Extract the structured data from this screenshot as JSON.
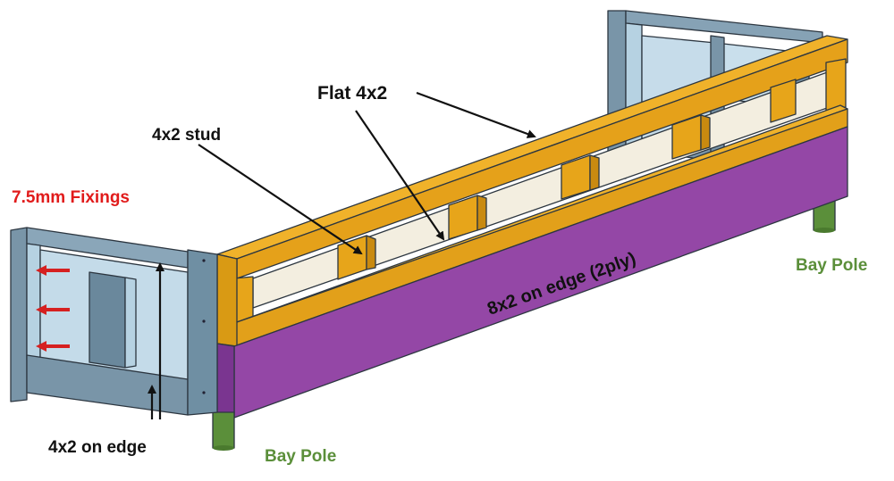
{
  "labels": {
    "fixings": "7.5mm Fixings",
    "stud": "4x2 stud",
    "flat": "Flat 4x2",
    "beam": "8x2 on edge (2ply)",
    "edge_joist": "4x2 on edge",
    "bay_pole_front": "Bay Pole",
    "bay_pole_right": "Bay Pole"
  },
  "colors": {
    "timber_yellow": "#e7a51a",
    "timber_yellow_dark": "#c98a10",
    "beam_purple": "#9447a6",
    "beam_purple_dark": "#7a3590",
    "frame_steel": "#6f8fa3",
    "frame_steel_light": "#a9c9dc",
    "pole_green": "#5b8f3a",
    "arrow_red": "#d62020",
    "label_red": "#e11b1b",
    "label_green": "#5b8f3a",
    "label_black": "#111111"
  }
}
